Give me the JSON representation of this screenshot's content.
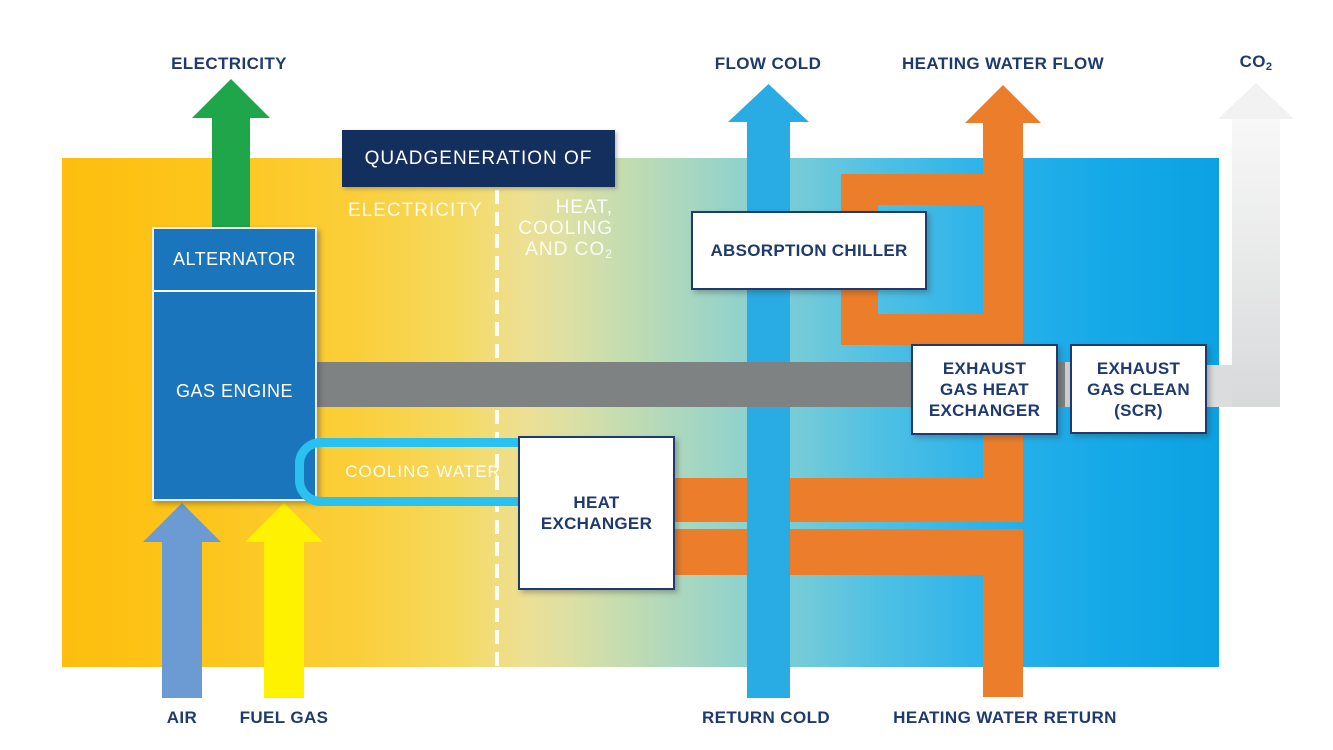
{
  "diagram_title": "Quadgeneration of electricity, heat, cooling and CO2",
  "banner": {
    "title": "QUADGENERATION OF"
  },
  "zones": {
    "left_label": "ELECTRICITY",
    "right_lines": [
      "HEAT,",
      "COOLING",
      "AND CO"
    ],
    "right_sub": "2"
  },
  "top_labels": {
    "electricity": "ELECTRICITY",
    "flow_cold": "FLOW COLD",
    "heating_water_flow": "HEATING WATER FLOW",
    "co2_main": "CO",
    "co2_sub": "2"
  },
  "bottom_labels": {
    "air": "AIR",
    "fuel_gas": "FUEL GAS",
    "return_cold": "RETURN COLD",
    "heating_water_return": "HEATING WATER RETURN"
  },
  "boxes": {
    "alternator": "ALTERNATOR",
    "gas_engine": "GAS ENGINE",
    "absorption_chiller": "ABSORPTION CHILLER",
    "heat_exchanger_lines": [
      "HEAT",
      "EXCHANGER"
    ],
    "exhaust_heat_lines": [
      "EXHAUST",
      "GAS HEAT",
      "EXCHANGER"
    ],
    "exhaust_clean_lines": [
      "EXHAUST",
      "GAS CLEAN",
      "(SCR)"
    ],
    "cooling_water": "COOLING WATER"
  },
  "colors": {
    "navy_text": "#1E3A6E",
    "banner_bg": "#132F5D",
    "engine_blue": "#1B75BC",
    "green_arrow": "#1FA54A",
    "air_blue": "#6B9BD2",
    "fuel_yellow": "#FFF200",
    "cold_blue": "#29ABE3",
    "heating_orange": "#EB7D2B",
    "exhaust_gray": "#7F8283",
    "exhaust_light_gray": "#CBCFD2",
    "co2_gray": "#E3E4E5",
    "ring_cyan": "#29C1F0",
    "gradient_left": "#FDBE0E",
    "gradient_right": "#0BA2E3"
  }
}
